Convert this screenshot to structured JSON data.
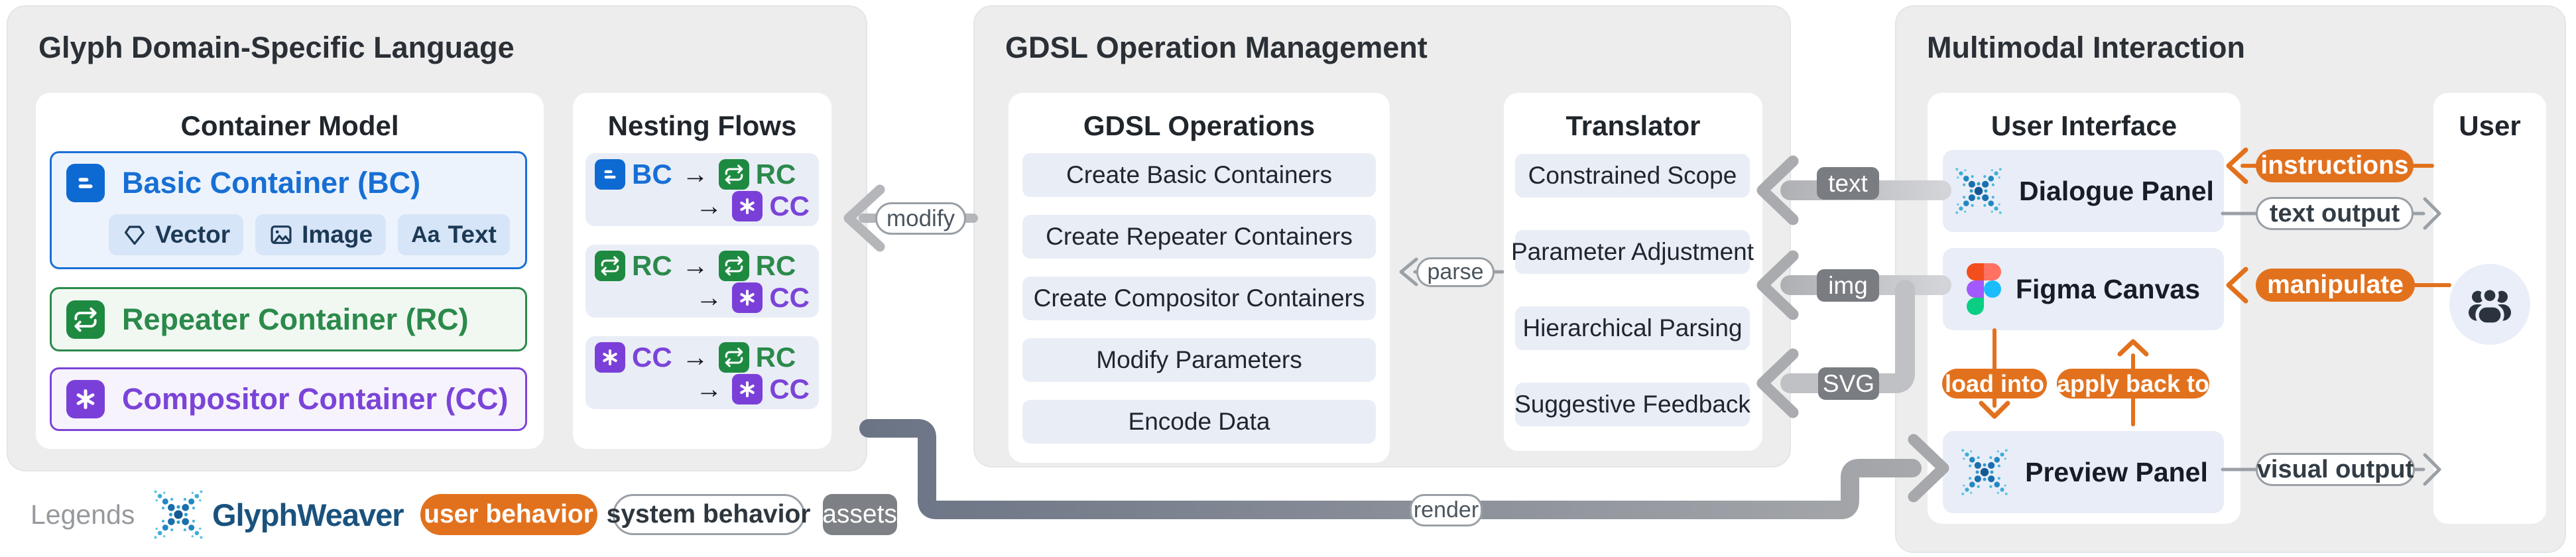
{
  "colors": {
    "accent_orange": "#E2711D",
    "bc_blue": "#176FD4",
    "rc_green": "#2B8A4B",
    "cc_purple": "#7B44D8",
    "panel_gray": "#EDEDEE",
    "item_lavender": "#E9EDF6",
    "arrow_gray": "#A9ABAE",
    "render_slate": "#6B7485",
    "tag_gray": "#797C80",
    "brand_navy": "#1A527E"
  },
  "left_panel": {
    "title": "Glyph Domain-Specific Language",
    "container_model": {
      "title": "Container Model",
      "basic_container": {
        "label": "Basic Container (BC)",
        "chips": [
          {
            "label": "Vector"
          },
          {
            "label": "Image"
          },
          {
            "label": "Text",
            "prefix": "Aa"
          }
        ]
      },
      "repeater_container": {
        "label": "Repeater Container (RC)"
      },
      "compositor_container": {
        "label": "Compositor Container (CC)"
      }
    },
    "nesting_flows": {
      "title": "Nesting Flows",
      "arrow": "→",
      "rows": [
        {
          "from": "BC",
          "to_first": "RC",
          "to_second": "CC"
        },
        {
          "from": "RC",
          "to_first": "RC",
          "to_second": "CC"
        },
        {
          "from": "CC",
          "to_first": "RC",
          "to_second": "CC"
        }
      ]
    }
  },
  "middle_panel": {
    "title": "GDSL Operation Management",
    "gdsl_operations": {
      "title": "GDSL Operations",
      "items": [
        "Create Basic Containers",
        "Create Repeater Containers",
        "Create Compositor Containers",
        "Modify Parameters",
        "Encode Data"
      ]
    },
    "translator": {
      "title": "Translator",
      "items": [
        "Constrained Scope",
        "Parameter Adjustment",
        "Hierarchical Parsing",
        "Suggestive Feedback"
      ]
    }
  },
  "right_panel": {
    "title": "Multimodal Interaction",
    "user_interface": {
      "title": "User Interface",
      "dialogue_panel": "Dialogue Panel",
      "figma_canvas": "Figma Canvas",
      "preview_panel": "Preview Panel"
    },
    "user": {
      "title": "User"
    }
  },
  "connector_labels": {
    "modify": "modify",
    "parse": "parse",
    "render": "render",
    "text": "text",
    "img": "img",
    "svg": "SVG",
    "instructions": "instructions",
    "text_output": "text output",
    "manipulate": "manipulate",
    "visual_output": "visual output",
    "load_into": "load into",
    "apply_back_to": "apply back to"
  },
  "legend": {
    "caption": "Legends",
    "brand": "GlyphWeaver",
    "user_behavior": "user behavior",
    "system_behavior": "system behavior",
    "assets": "assets"
  }
}
